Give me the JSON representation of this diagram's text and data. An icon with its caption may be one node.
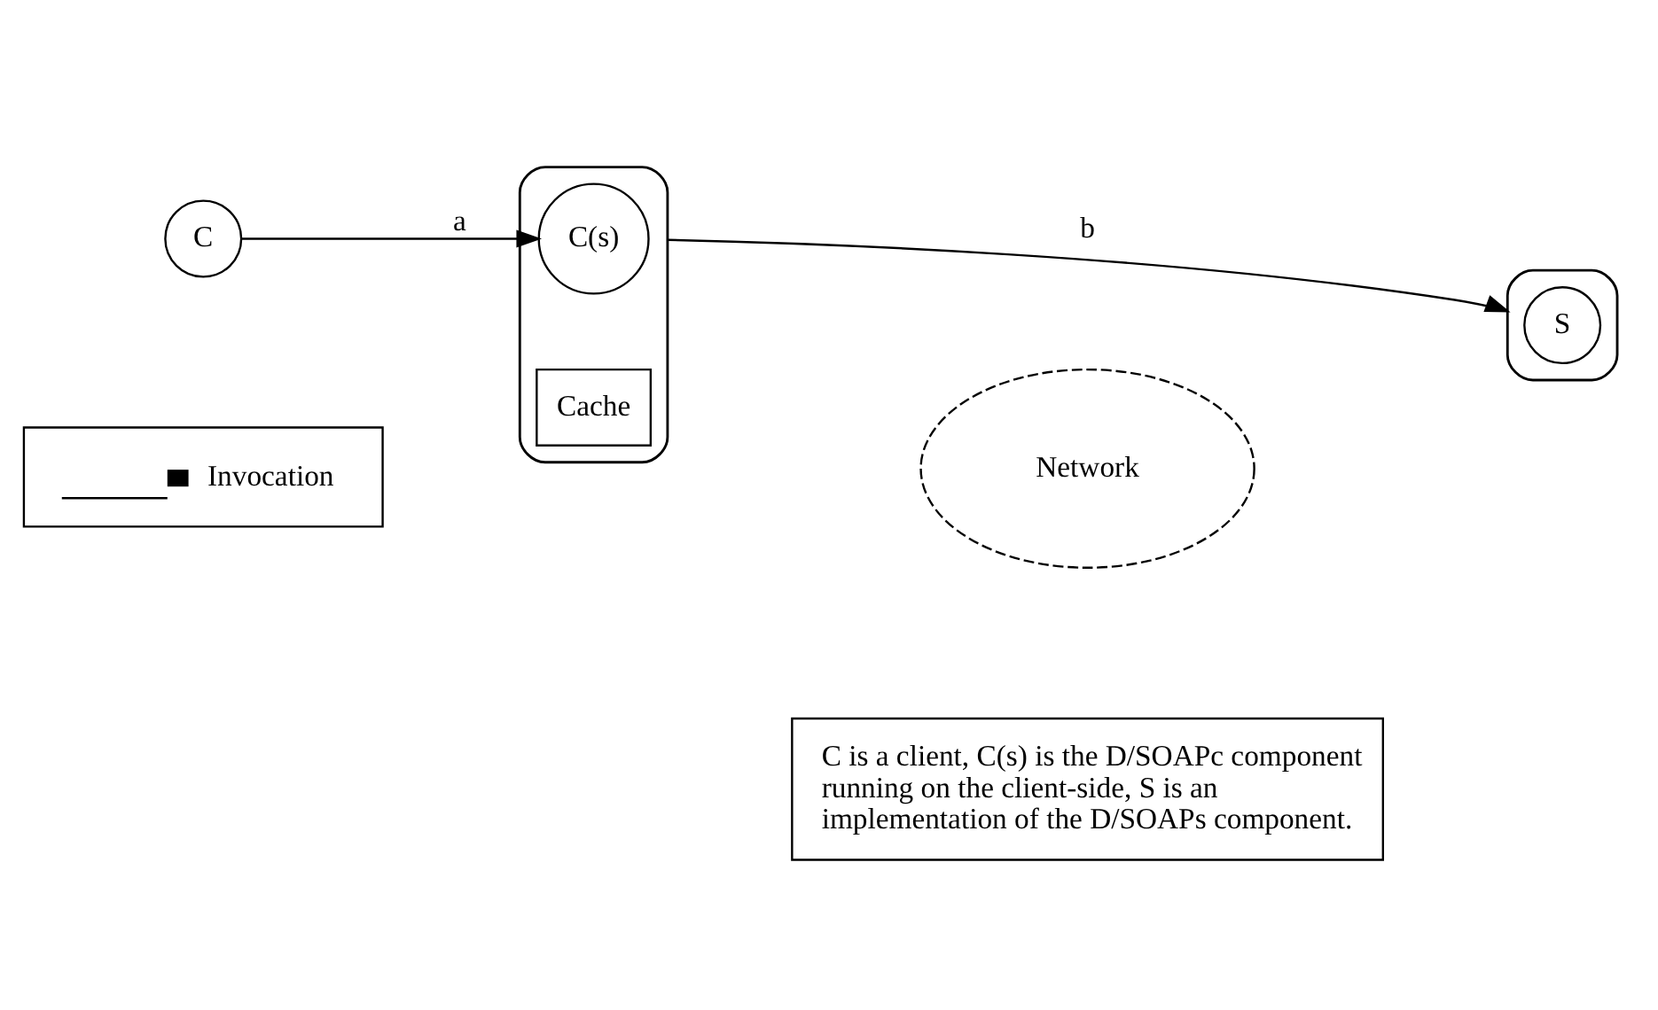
{
  "diagram": {
    "nodes": [
      {
        "text": [
          "C"
        ]
      },
      {
        "text": [],
        "shape": "box"
      },
      {
        "text": [
          "C(s)"
        ],
        "in": 1
      },
      {
        "text": [
          "Cache"
        ],
        "in": 1
      },
      {
        "text": [
          "Network"
        ]
      },
      {
        "text": [],
        "shape": "box"
      },
      {
        "text": [
          "S"
        ],
        "in": 5
      }
    ],
    "edges": [
      {
        "from": 0,
        "to": 2,
        "label": "a",
        "arrow": "to"
      },
      {
        "from": 1,
        "to": 5,
        "label": "b",
        "arrow": "to"
      }
    ],
    "labels": [
      "C is a client, C(s) is the D/SOAPc component running on the client-side, S is an implementation of the D/SOAPs component."
    ],
    "legend": [
      {
        "text": "Invocation"
      }
    ]
  }
}
